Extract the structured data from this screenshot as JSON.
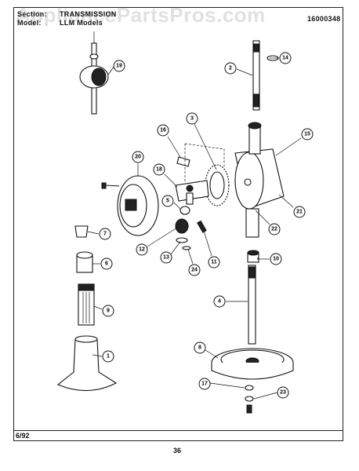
{
  "header": {
    "section_label": "Section:",
    "section_value": "TRANSMISSION",
    "model_label": "Model:",
    "model_value": "LLM Models",
    "doc_number": "16000348"
  },
  "watermark": "AppliancePartsPros.com",
  "footer": {
    "date": "6/92",
    "page_number": "36"
  },
  "callouts": [
    "19",
    "2",
    "14",
    "16",
    "3",
    "15",
    "20",
    "18",
    "5",
    "7",
    "12",
    "13",
    "24",
    "11",
    "22",
    "21",
    "10",
    "6",
    "9",
    "4",
    "8",
    "1",
    "17",
    "23"
  ]
}
